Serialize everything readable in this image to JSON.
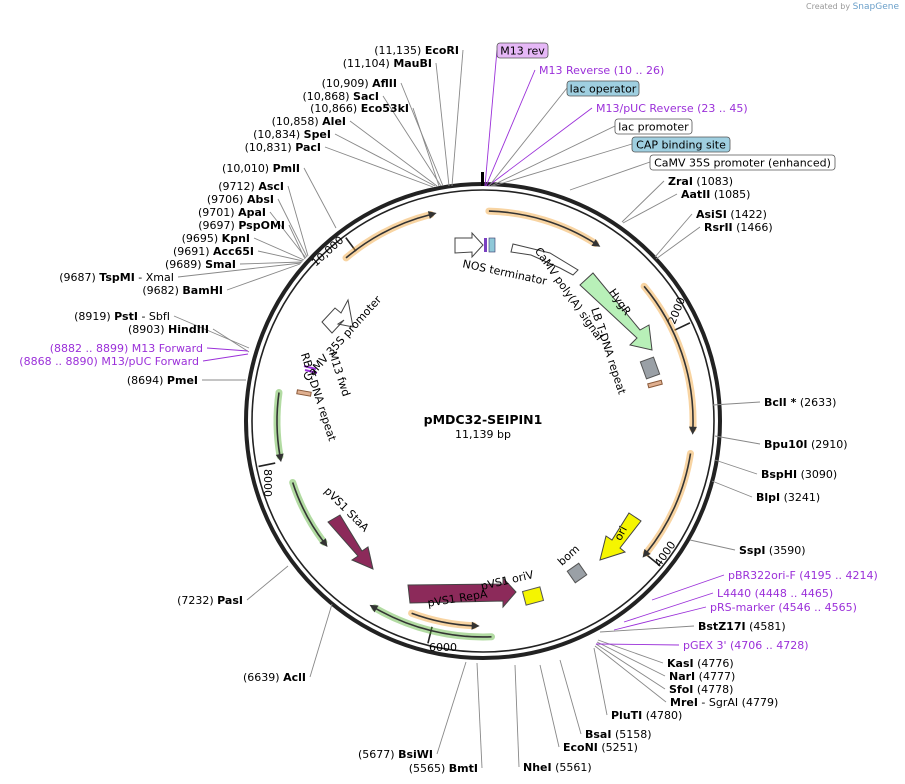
{
  "credit": {
    "prefix": "Created by",
    "brand": "SnapGene"
  },
  "plasmid": {
    "name": "pMDC32-SEIPIN1",
    "length": "11,139 bp"
  },
  "ticks": [
    "2000",
    "4000",
    "6000",
    "8000",
    "10,000"
  ],
  "sites_left": [
    {
      "pos": "(11,135)",
      "name": "EcoRI"
    },
    {
      "pos": "(11,104)",
      "name": "MauBI"
    },
    {
      "pos": "(10,909)",
      "name": "AflII"
    },
    {
      "pos": "(10,868)",
      "name": "SacI"
    },
    {
      "pos": "(10,866)",
      "name": "Eco53kI"
    },
    {
      "pos": "(10,858)",
      "name": "AleI"
    },
    {
      "pos": "(10,834)",
      "name": "SpeI"
    },
    {
      "pos": "(10,831)",
      "name": "PacI"
    },
    {
      "pos": "(10,010)",
      "name": "PmlI"
    },
    {
      "pos": "(9712)",
      "name": "AscI"
    },
    {
      "pos": "(9706)",
      "name": "AbsI"
    },
    {
      "pos": "(9701)",
      "name": "ApaI"
    },
    {
      "pos": "(9697)",
      "name": "PspOMI"
    },
    {
      "pos": "(9695)",
      "name": "KpnI"
    },
    {
      "pos": "(9691)",
      "name": "Acc65I"
    },
    {
      "pos": "(9689)",
      "name": "SmaI"
    },
    {
      "pos": "(9687)",
      "name": "TspMI",
      "extra": "- XmaI"
    },
    {
      "pos": "(9682)",
      "name": "BamHI"
    },
    {
      "pos": "(8919)",
      "name": "PstI",
      "extra": "- SbfI"
    },
    {
      "pos": "(8903)",
      "name": "HindIII"
    },
    {
      "pos": "(8694)",
      "name": "PmeI"
    },
    {
      "pos": "(7232)",
      "name": "PasI"
    },
    {
      "pos": "(6639)",
      "name": "AclI"
    },
    {
      "pos": "(5677)",
      "name": "BsiWI"
    },
    {
      "pos": "(5565)",
      "name": "BmtI"
    }
  ],
  "sites_right": [
    {
      "name": "ZraI",
      "pos": "(1083)"
    },
    {
      "name": "AatII",
      "pos": "(1085)"
    },
    {
      "name": "AsiSI",
      "pos": "(1422)"
    },
    {
      "name": "RsrII",
      "pos": "(1466)"
    },
    {
      "name": "BclI *",
      "pos": "(2633)"
    },
    {
      "name": "Bpu10I",
      "pos": "(2910)"
    },
    {
      "name": "BspHI",
      "pos": "(3090)"
    },
    {
      "name": "BlpI",
      "pos": "(3241)"
    },
    {
      "name": "SspI",
      "pos": "(3590)"
    },
    {
      "name": "BstZ17I",
      "pos": "(4581)"
    },
    {
      "name": "KasI",
      "pos": "(4776)"
    },
    {
      "name": "NarI",
      "pos": "(4777)"
    },
    {
      "name": "SfoI",
      "pos": "(4778)"
    },
    {
      "name": "MreI",
      "extra": "- SgrAI",
      "pos": "(4779)"
    },
    {
      "name": "PluTI",
      "pos": "(4780)"
    },
    {
      "name": "BsaI",
      "pos": "(5158)"
    },
    {
      "name": "EcoNI",
      "pos": "(5251)"
    },
    {
      "name": "NheI",
      "pos": "(5561)"
    }
  ],
  "primers": [
    {
      "name": "M13 Reverse",
      "range": "(10 .. 26)"
    },
    {
      "name": "M13/pUC Reverse",
      "range": "(23 .. 45)"
    },
    {
      "name": "pBR322ori-F",
      "range": "(4195 .. 4214)"
    },
    {
      "name": "L4440",
      "range": "(4448 .. 4465)"
    },
    {
      "name": "pRS-marker",
      "range": "(4546 .. 4565)"
    },
    {
      "name": "pGEX 3'",
      "range": "(4706 .. 4728)"
    },
    {
      "name": "M13 Forward",
      "range": "(8882 .. 8899)"
    },
    {
      "name": "M13/pUC Forward",
      "range": "(8868 .. 8890)"
    }
  ],
  "boxed_labels": [
    {
      "text": "M13 rev",
      "color": "#e6b8f7"
    },
    {
      "text": "lac operator",
      "color": "#9fcfe0"
    },
    {
      "text": "lac promoter",
      "color": "#ffffff"
    },
    {
      "text": "CAP binding site",
      "color": "#9fcfe0"
    },
    {
      "text": "CaMV 35S promoter (enhanced)",
      "color": "#ffffff"
    }
  ],
  "features": [
    {
      "label": "NOS terminator"
    },
    {
      "label": "HygR"
    },
    {
      "label": "CaMV poly(A) signal"
    },
    {
      "label": "LB T-DNA repeat"
    },
    {
      "label": "ori"
    },
    {
      "label": "bom"
    },
    {
      "label": "pVS1 oriV"
    },
    {
      "label": "pVS1 RepA"
    },
    {
      "label": "pVS1 StaA"
    },
    {
      "label": "RB T-DNA repeat"
    },
    {
      "label": "M13 fwd"
    },
    {
      "label": "CaMV 35S promoter"
    }
  ],
  "colors": {
    "backbone": "#222222",
    "orf": "#f0a030",
    "green": "#55b030",
    "primer": "#9b30d9",
    "hygr": "#b8f0b8",
    "repa": "#8c2a5a",
    "ori": "#f5f500",
    "gray": "#9aa0a6"
  }
}
